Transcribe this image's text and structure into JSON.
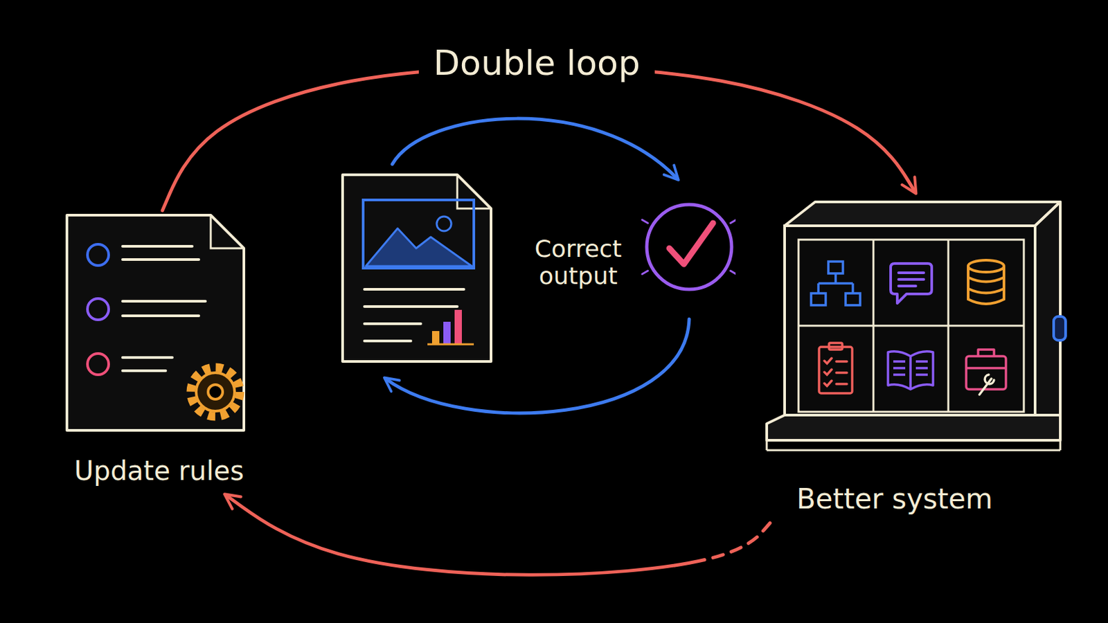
{
  "diagram": {
    "title": "Double loop",
    "nodes": [
      {
        "text": [
          "Update rules"
        ]
      },
      {
        "text": [
          "Correct output"
        ]
      },
      {
        "text": [
          "Better system"
        ]
      }
    ],
    "edges": [
      {
        "from": 0,
        "to": 2,
        "arrow": "to"
      },
      {
        "from": 2,
        "to": 0,
        "arrow": "to"
      }
    ]
  }
}
